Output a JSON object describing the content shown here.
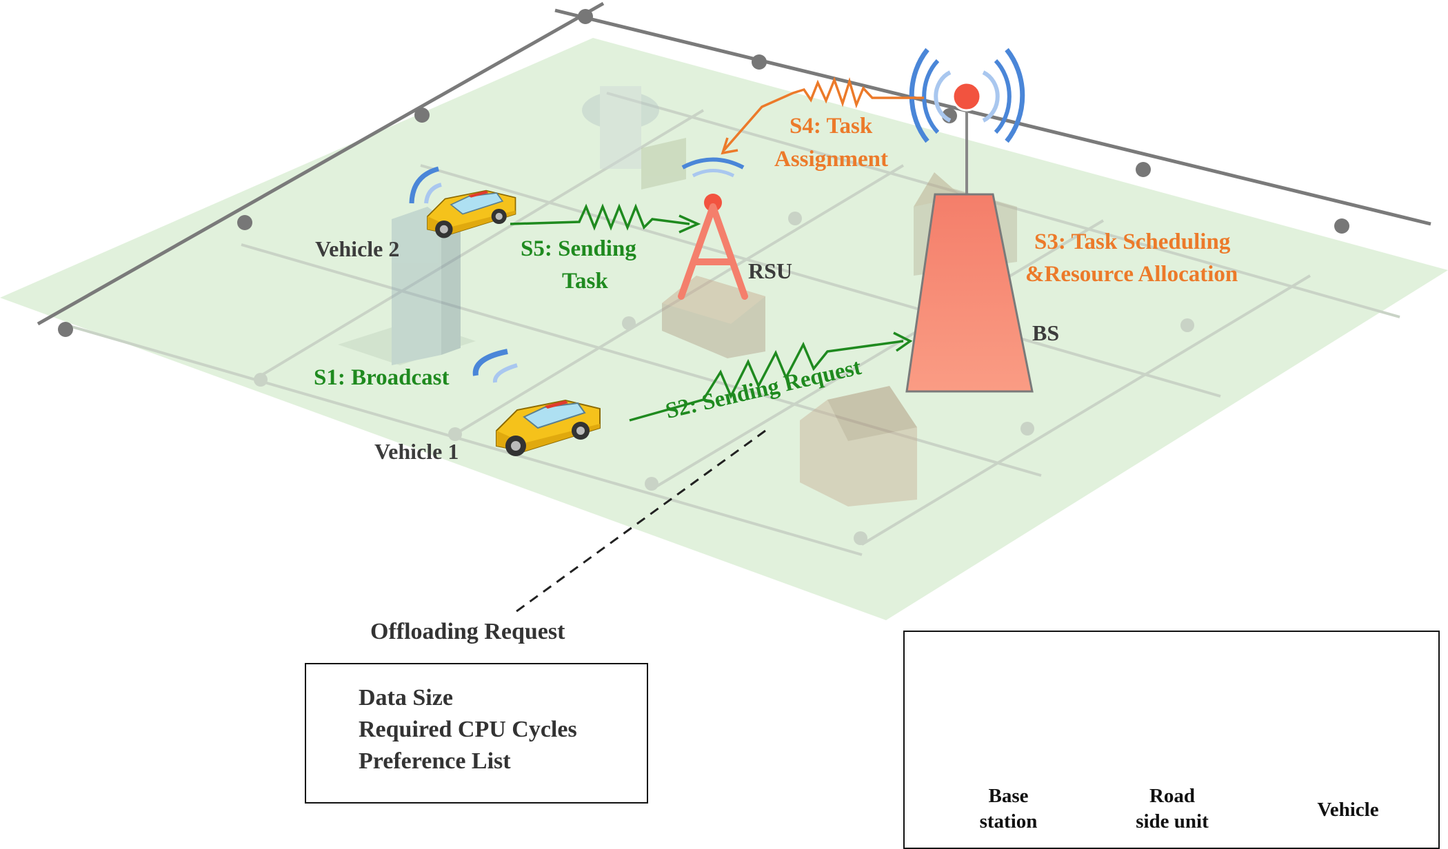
{
  "steps": {
    "s1": "S1: Broadcast",
    "s2": "S2: Sending Request",
    "s3_line1": "S3: Task Scheduling",
    "s3_line2": "&Resource Allocation",
    "s4_line1": "S4: Task",
    "s4_line2": "Assignment",
    "s5_line1": "S5: Sending",
    "s5_line2": "Task"
  },
  "nodes": {
    "vehicle1": "Vehicle 1",
    "vehicle2": "Vehicle 2",
    "rsu": "RSU",
    "bs": "BS"
  },
  "request": {
    "title": "Offloading Request",
    "items": [
      "Data Size",
      "Required CPU Cycles",
      "Preference List"
    ]
  },
  "legend": {
    "base_station_line1": "Base",
    "base_station_line2": "station",
    "rsu_line1": "Road",
    "rsu_line2": "side unit",
    "vehicle": "Vehicle"
  },
  "colors": {
    "ground": "#dcefd6",
    "road": "#c8cfc8",
    "highway": "#7a7a7a",
    "signal": "#4a86d8",
    "tower": "#f47f6c",
    "s_green": "#1f8a1f",
    "s_orange": "#ec7a2a",
    "taxi": "#f5c21b"
  }
}
